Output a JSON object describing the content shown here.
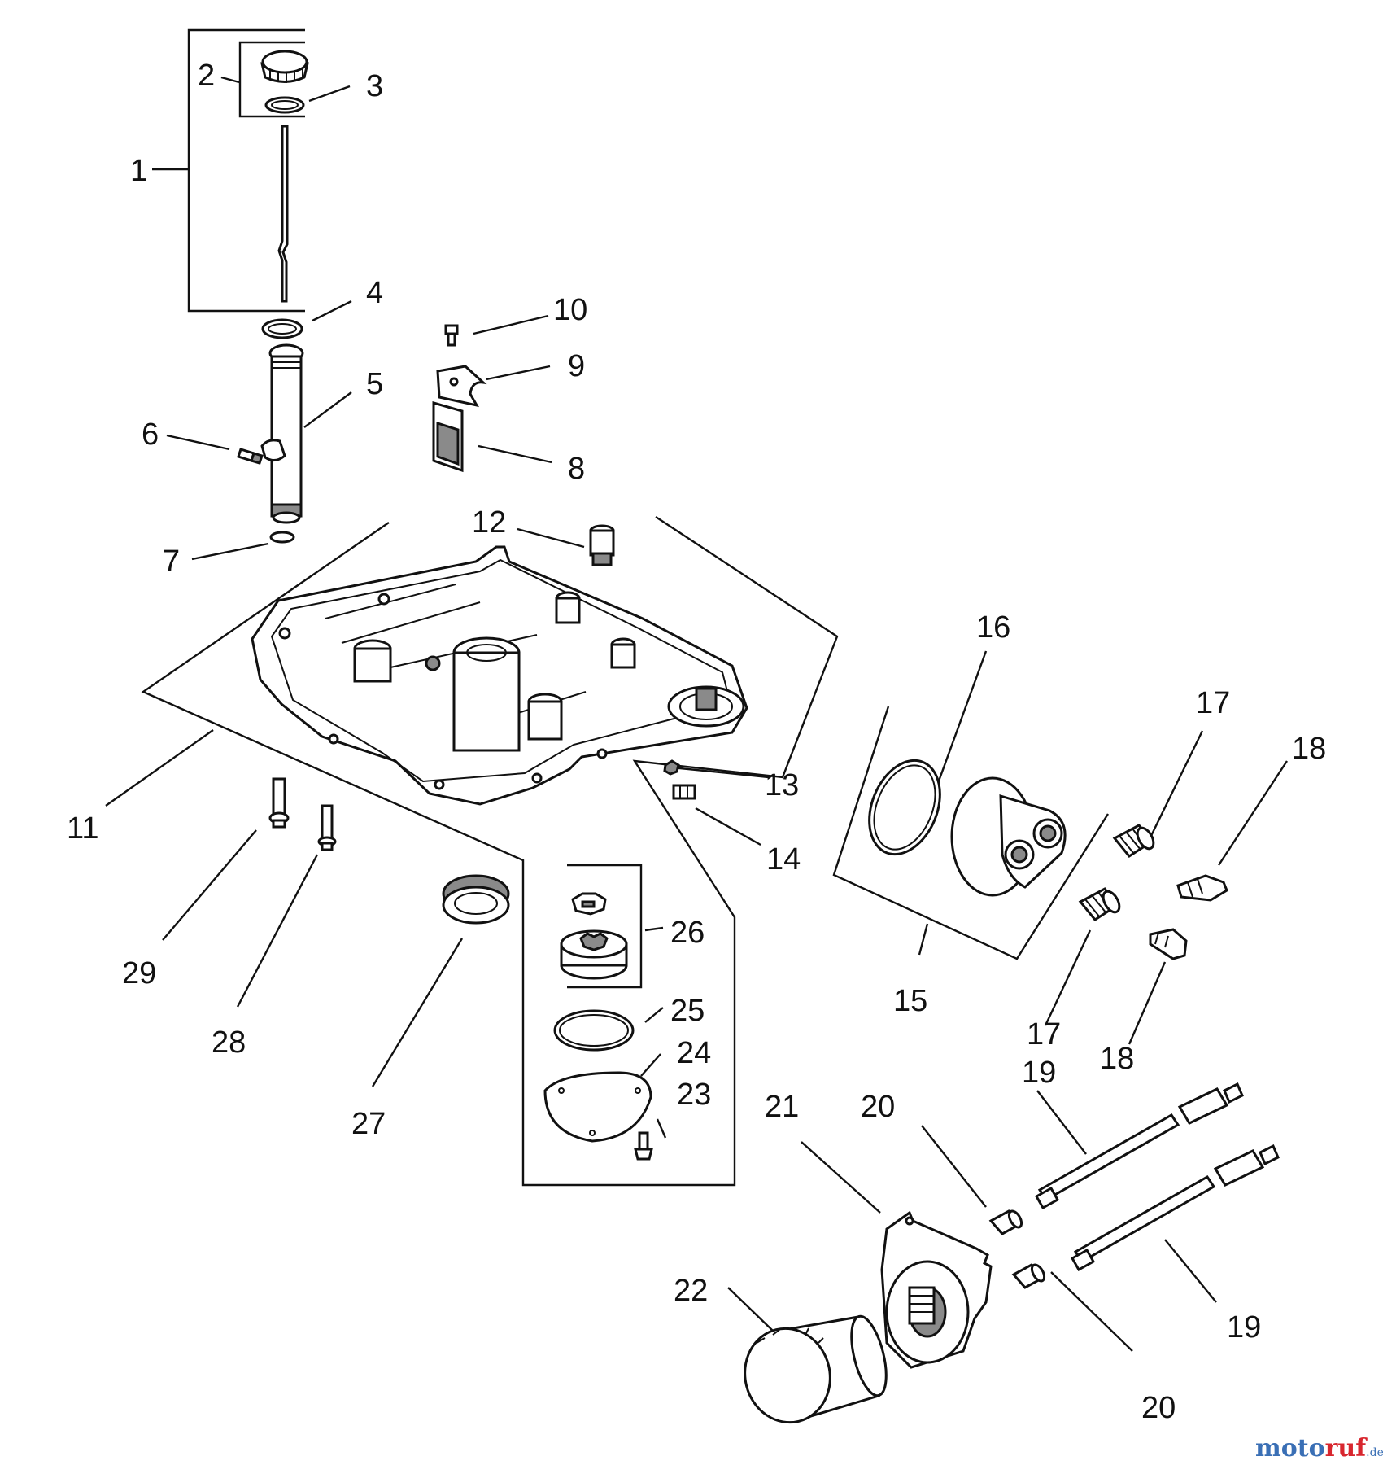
{
  "diagram": {
    "callouts": {
      "c1": "1",
      "c2": "2",
      "c3": "3",
      "c4": "4",
      "c5": "5",
      "c6": "6",
      "c7": "7",
      "c8": "8",
      "c9": "9",
      "c10": "10",
      "c11": "11",
      "c12": "12",
      "c13": "13",
      "c14": "14",
      "c15": "15",
      "c16": "16",
      "c17a": "17",
      "c17b": "17",
      "c18a": "18",
      "c18b": "18",
      "c19a": "19",
      "c19b": "19",
      "c20a": "20",
      "c20b": "20",
      "c21": "21",
      "c22": "22",
      "c23": "23",
      "c24": "24",
      "c25": "25",
      "c26": "26",
      "c27": "27",
      "c28": "28",
      "c29": "29"
    }
  },
  "watermark": {
    "part1": "moto",
    "part2": "ruf",
    "suffix": ".de"
  }
}
